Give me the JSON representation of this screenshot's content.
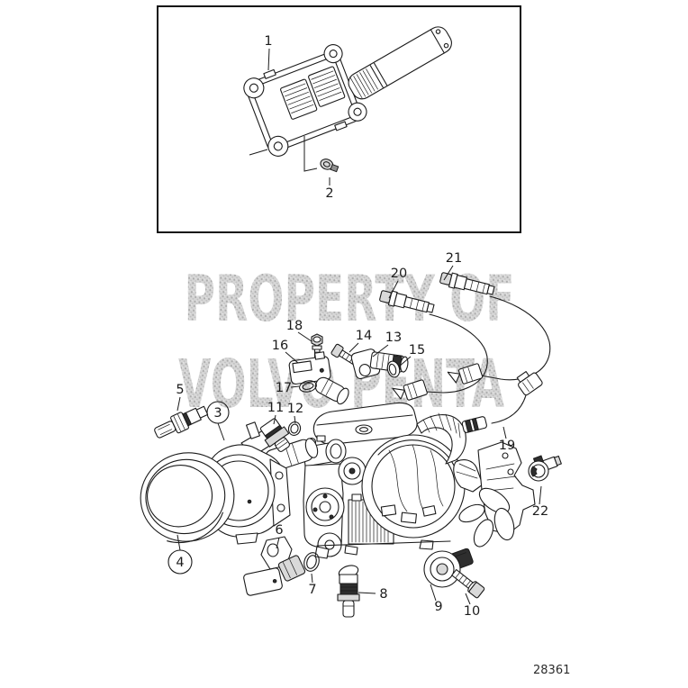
{
  "diagram": {
    "drawing_number": "28361",
    "watermark_line1": "PROPERTY OF",
    "watermark_line2": "VOLVO PENTA",
    "callouts": {
      "1": "1",
      "2": "2",
      "3": "3",
      "4": "4",
      "5": "5",
      "6": "6",
      "7": "7",
      "8": "8",
      "9": "9",
      "10": "10",
      "11": "11",
      "12": "12",
      "13": "13",
      "14": "14",
      "15": "15",
      "16": "16",
      "17": "17",
      "18": "18",
      "19": "19",
      "20": "20",
      "21": "21",
      "22": "22"
    }
  }
}
